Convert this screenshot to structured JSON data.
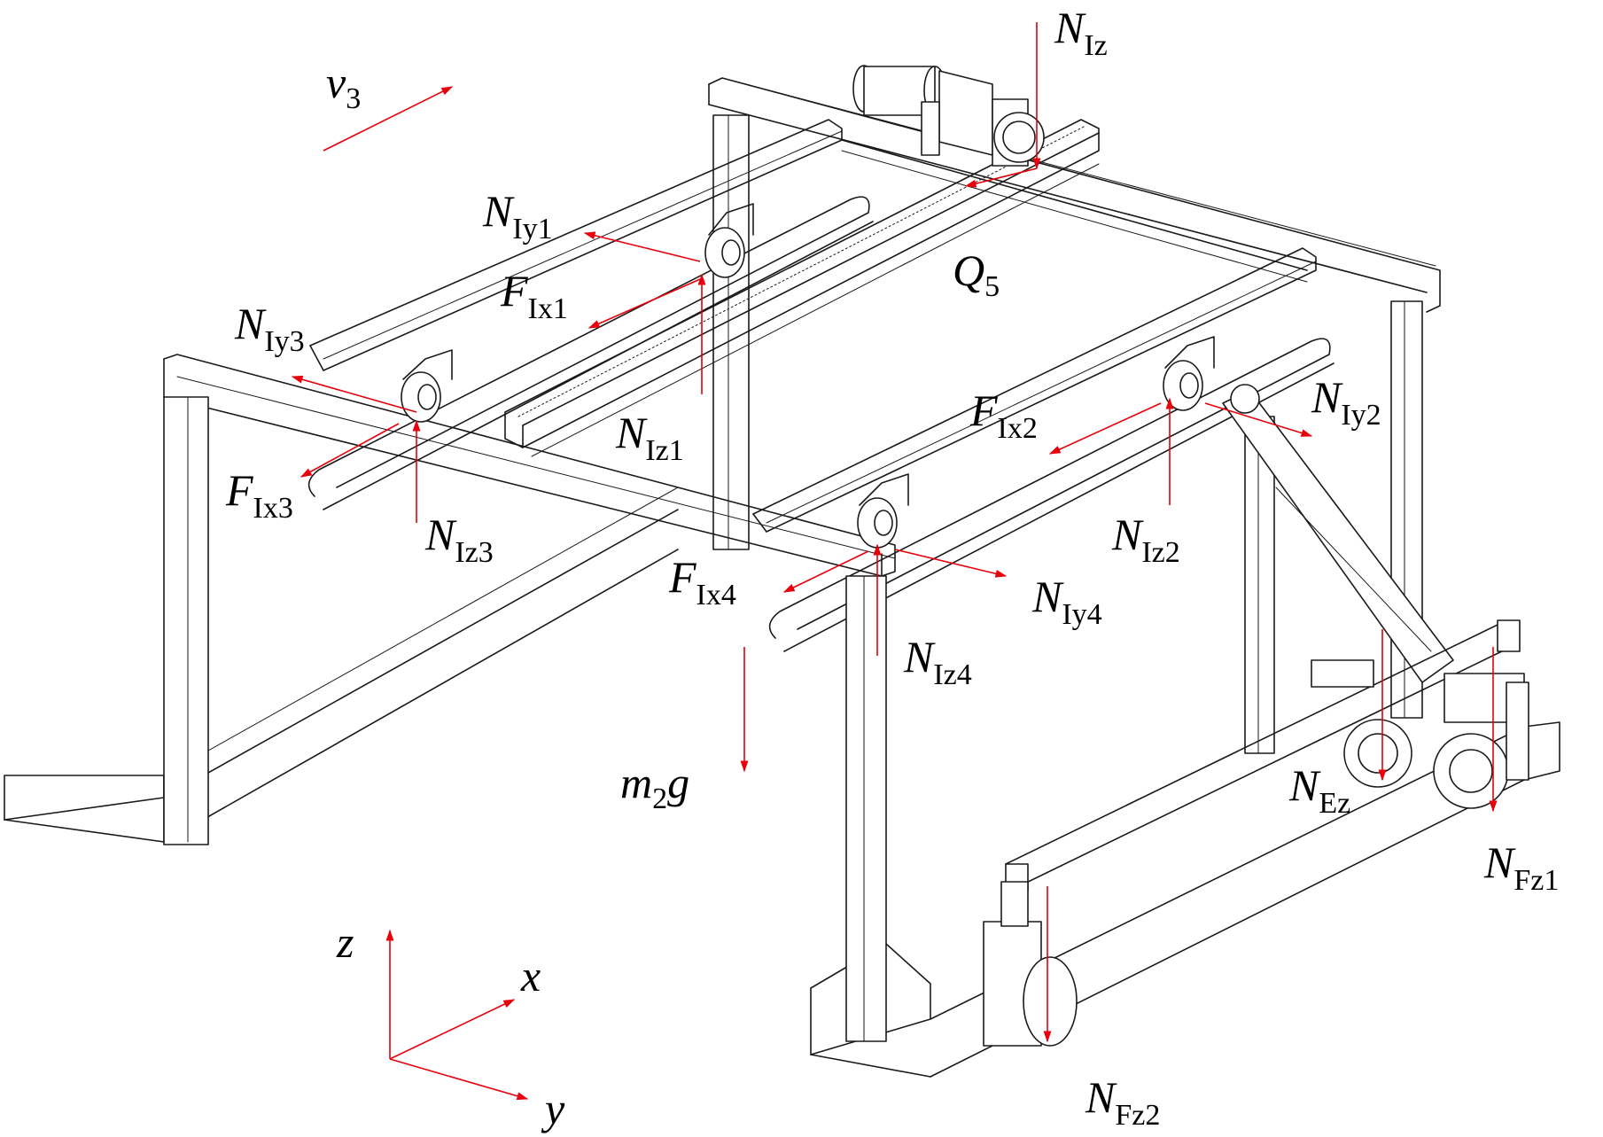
{
  "colors": {
    "force_arrow": "#e8000b",
    "line": "#1a1a1a",
    "background": "#ffffff"
  },
  "labels": {
    "v3": {
      "main": "v",
      "sub": "3"
    },
    "NIz": {
      "main": "N",
      "sub": "Iz"
    },
    "NIy1": {
      "main": "N",
      "sub": "Iy1"
    },
    "FIx1": {
      "main": "F",
      "sub": "Ix1"
    },
    "Q5": {
      "main": "Q",
      "sub": "5"
    },
    "NIy3": {
      "main": "N",
      "sub": "Iy3"
    },
    "NIz1": {
      "main": "N",
      "sub": "Iz1"
    },
    "FIx2": {
      "main": "F",
      "sub": "Ix2"
    },
    "NIy2": {
      "main": "N",
      "sub": "Iy2"
    },
    "FIx3": {
      "main": "F",
      "sub": "Ix3"
    },
    "NIz3": {
      "main": "N",
      "sub": "Iz3"
    },
    "NIz2": {
      "main": "N",
      "sub": "Iz2"
    },
    "FIx4": {
      "main": "F",
      "sub": "Ix4"
    },
    "NIy4": {
      "main": "N",
      "sub": "Iy4"
    },
    "NIz4": {
      "main": "N",
      "sub": "Iz4"
    },
    "m2g": {
      "main": "m",
      "sub": "2",
      "tail": "g"
    },
    "NEz": {
      "main": "N",
      "sub": "Ez"
    },
    "NFz1": {
      "main": "N",
      "sub": "Fz1"
    },
    "NFz2": {
      "main": "N",
      "sub": "Fz2"
    },
    "axis_z": {
      "main": "z"
    },
    "axis_x": {
      "main": "x"
    },
    "axis_y": {
      "main": "y"
    }
  }
}
